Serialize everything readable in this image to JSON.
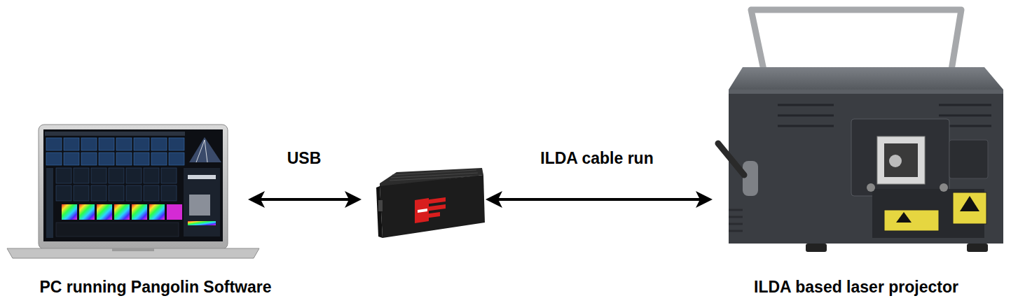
{
  "diagram": {
    "nodes": [
      {
        "text": [
          "PC running Pangolin Software"
        ]
      },
      {
        "text": [
          "ILDA based laser projector"
        ]
      }
    ],
    "labels": [
      "USB",
      "ILDA cable run"
    ]
  }
}
